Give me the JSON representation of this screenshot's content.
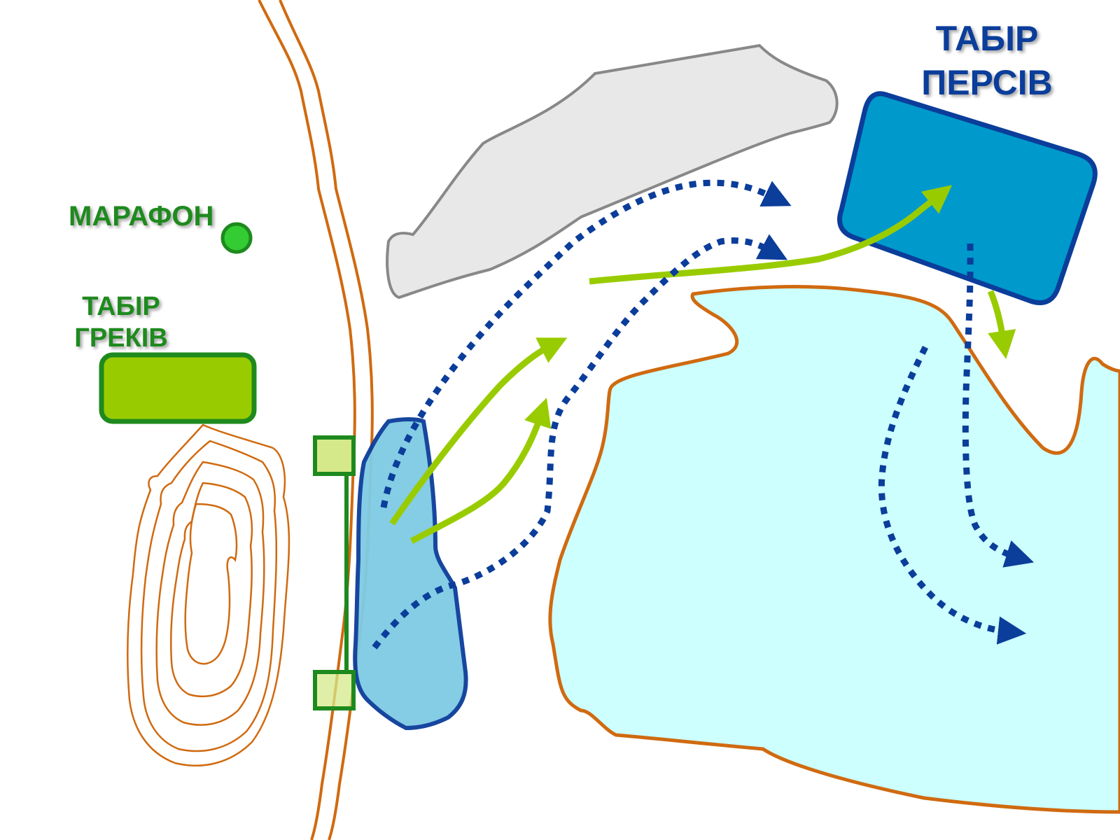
{
  "labels": {
    "marathon": "МАРАФОН",
    "greek_camp_line1": "ТАБІР",
    "greek_camp_line2": "ГРЕКІВ",
    "persian_camp_line1": "ТАБІР",
    "persian_camp_line2": "ПЕРСІВ"
  },
  "colors": {
    "greek_text": "#1e8a1e",
    "persian_text": "#0b3d9a",
    "greek_camp_fill": "#99cc00",
    "greek_camp_stroke": "#1e8a1e",
    "greek_arrow": "#99cc00",
    "persian_arrow": "#0b3d9a",
    "persian_camp_fill": "#0099cc",
    "persian_camp_stroke": "#0b3d9a",
    "marsh_fill": "#7ecbe4",
    "sea_fill": "#ccfffe",
    "terrain_stroke": "#d06a10",
    "mountain_fill": "#e8e8e8",
    "mountain_stroke": "#888888",
    "flank_fill": "#d6e98a"
  },
  "icons": {
    "marathon_marker": "green-circle-icon",
    "greek_arrow": "green-arrow-icon",
    "persian_arrow": "blue-dotted-arrow-icon"
  }
}
